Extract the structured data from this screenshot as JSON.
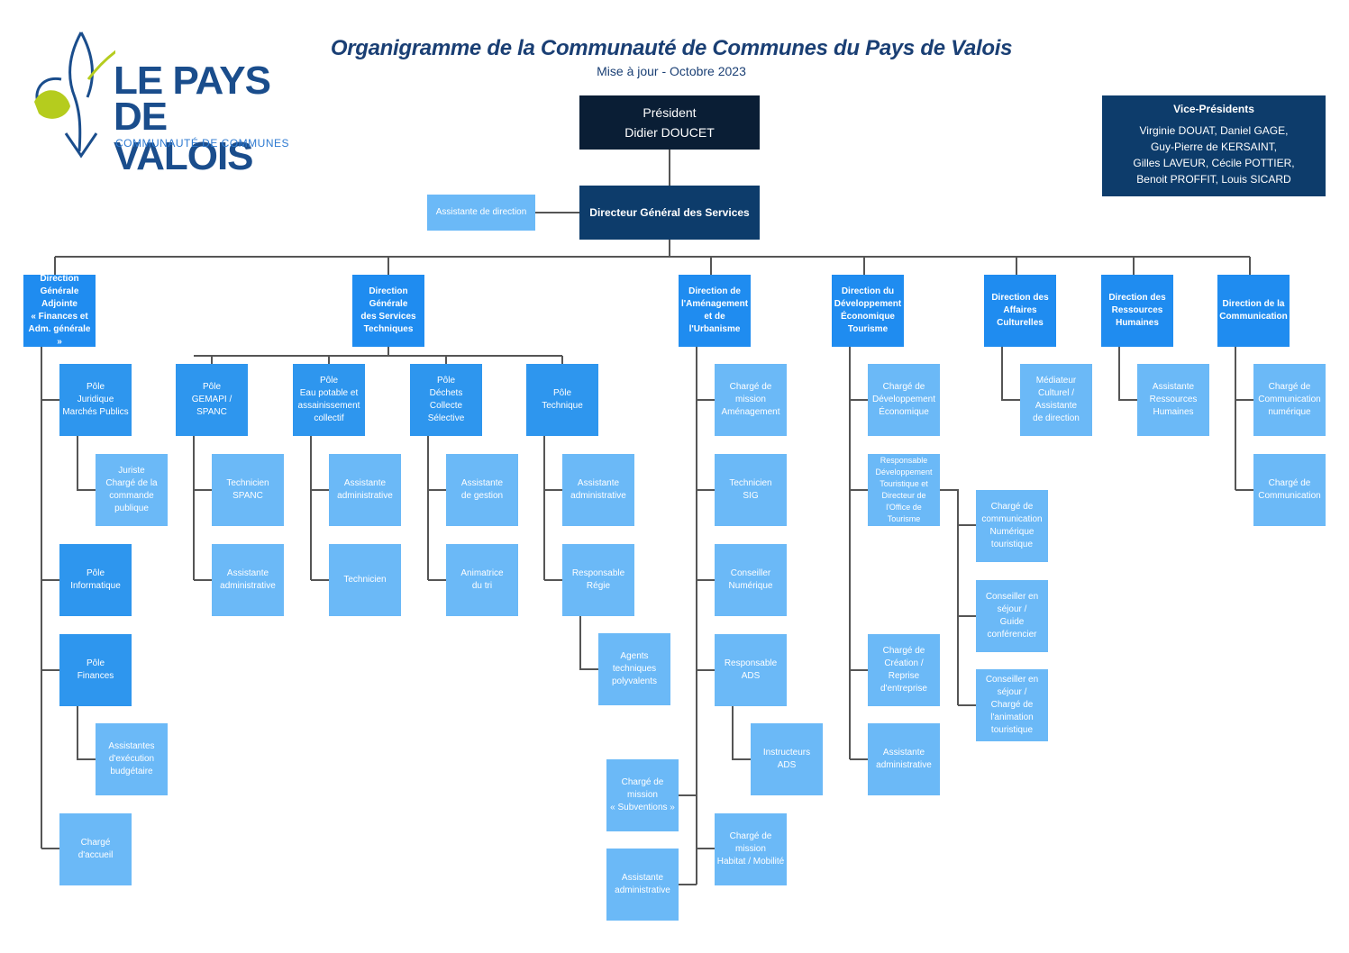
{
  "header": {
    "title": "Organigramme de la Communauté de Communes du Pays de Valois",
    "subtitle": "Mise à jour - Octobre 2023"
  },
  "logo": {
    "line1": "LE PAYS",
    "line2": "DE VALOIS",
    "line3": "COMMUNAUTÉ DE COMMUNES"
  },
  "vice_presidents": {
    "title": "Vice-Présidents",
    "names": "Virginie DOUAT, Daniel GAGE,\nGuy-Pierre de KERSAINT,\nGilles LAVEUR, Cécile POTTIER,\nBenoit PROFFIT, Louis SICARD"
  },
  "top": {
    "president": "Président\nDidier DOUCET",
    "dgs": "Directeur Général des Services",
    "assistant_direction": "Assistante de direction"
  },
  "directions": [
    {
      "label": "Direction\nGénérale\nAdjointe\n« Finances et\nAdm. générale »",
      "items": [
        {
          "label": "Pôle\nJuridique\nMarchés Publics",
          "children": [
            "Juriste\nChargé de la\ncommande\npublique"
          ]
        },
        {
          "label": "Pôle\nInformatique",
          "children": []
        },
        {
          "label": "Pôle\nFinances",
          "children": [
            "Assistantes\nd'exécution\nbudgétaire"
          ]
        },
        {
          "label": "Chargé\nd'accueil",
          "children": []
        }
      ]
    },
    {
      "label": "Direction\nGénérale\ndes Services\nTechniques",
      "poles": [
        {
          "label": "Pôle\nGEMAPI / SPANC",
          "children": [
            "Technicien\nSPANC",
            "Assistante\nadministrative"
          ]
        },
        {
          "label": "Pôle\nEau potable et\nassainissement\ncollectif",
          "children": [
            "Assistante\nadministrative",
            "Technicien"
          ]
        },
        {
          "label": "Pôle\nDéchets\nCollecte\nSélective",
          "children": [
            "Assistante\nde gestion",
            "Animatrice\ndu tri"
          ]
        },
        {
          "label": "Pôle\nTechnique",
          "children": [
            "Assistante\nadministrative",
            "Responsable\nRégie"
          ],
          "sub": "Agents\ntechniques\npolyvalents"
        }
      ]
    },
    {
      "label": "Direction de\nl'Aménagement\net de\nl'Urbanisme",
      "items": [
        "Chargé de\nmission\nAménagement",
        "Technicien\nSIG",
        "Conseiller\nNumérique",
        "Responsable\nADS",
        "Chargé de\nmission\nHabitat / Mobilité"
      ],
      "ads_child": "Instructeurs\nADS",
      "left_items": [
        "Chargé de\nmission\n« Subventions »",
        "Assistante\nadministrative"
      ]
    },
    {
      "label": "Direction du\nDéveloppement\nÉconomique\nTourisme",
      "items": [
        "Chargé de\nDéveloppement\nÉconomique",
        "Responsable\nDéveloppement\nTouristique et\nDirecteur de\nl'Office de\nTourisme",
        "Chargé de\nCréation /\nReprise\nd'entreprise",
        "Assistante\nadministrative"
      ],
      "tourism_children": [
        "Chargé de\ncommunication\nNumérique\ntouristique",
        "Conseiller en\nséjour /\nGuide\nconférencier",
        "Conseiller en\nséjour /\nChargé de\nl'animation\ntouristique"
      ]
    },
    {
      "label": "Direction des\nAffaires\nCulturelles",
      "items": [
        "Médiateur\nCulturel /\nAssistante\nde direction"
      ]
    },
    {
      "label": "Direction des\nRessources\nHumaines",
      "items": [
        "Assistante\nRessources\nHumaines"
      ]
    },
    {
      "label": "Direction de la\nCommunication",
      "items": [
        "Chargé de\nCommunication\nnumérique",
        "Chargé de\nCommunication"
      ]
    }
  ],
  "colors": {
    "title": "#1a3f74",
    "dark": "#0a1e35",
    "navy": "#0d3c6b",
    "direction": "#1f8cf0",
    "light": "#6bb9f7",
    "line": "#555555"
  }
}
